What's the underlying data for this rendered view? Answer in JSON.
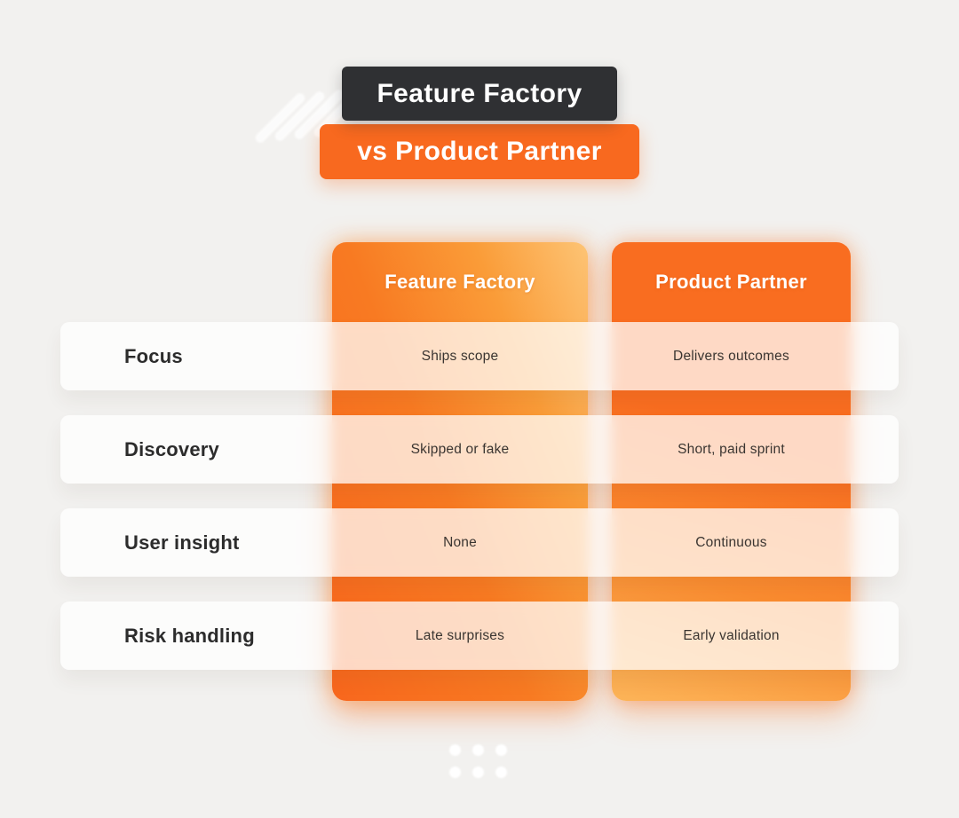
{
  "title": {
    "primary": "Feature Factory",
    "secondary": "vs Product Partner"
  },
  "columns": [
    {
      "label": "Feature Factory"
    },
    {
      "label": "Product Partner"
    }
  ],
  "rows": [
    {
      "label": "Focus",
      "cells": [
        "Ships scope",
        "Delivers outcomes"
      ]
    },
    {
      "label": "Discovery",
      "cells": [
        "Skipped or fake",
        "Short, paid sprint"
      ]
    },
    {
      "label": "User insight",
      "cells": [
        "None",
        "Continuous"
      ]
    },
    {
      "label": "Risk handling",
      "cells": [
        "Late surprises",
        "Early validation"
      ]
    }
  ],
  "chart_data": {
    "type": "table",
    "title": "Feature Factory vs Product Partner",
    "column_headers": [
      "",
      "Feature Factory",
      "Product Partner"
    ],
    "table_rows": [
      [
        "Focus",
        "Ships scope",
        "Delivers outcomes"
      ],
      [
        "Discovery",
        "Skipped or fake",
        "Short, paid sprint"
      ],
      [
        "User insight",
        "None",
        "Continuous"
      ],
      [
        "Risk handling",
        "Late surprises",
        "Early validation"
      ]
    ]
  },
  "colors": {
    "background": "#f2f1ef",
    "title_dark_box": "#2f3033",
    "accent_orange": "#f8691f",
    "column_gradient_light": "#fdc475",
    "frosted_row_tint": "#f5d4c2",
    "row_label_text": "#2c2c2c",
    "cell_text": "#3a3531",
    "title_text": "#ffffff"
  },
  "decor": {
    "stripes_icon": "diagonal-stripes",
    "dots_icon": "six-dot-grid"
  }
}
